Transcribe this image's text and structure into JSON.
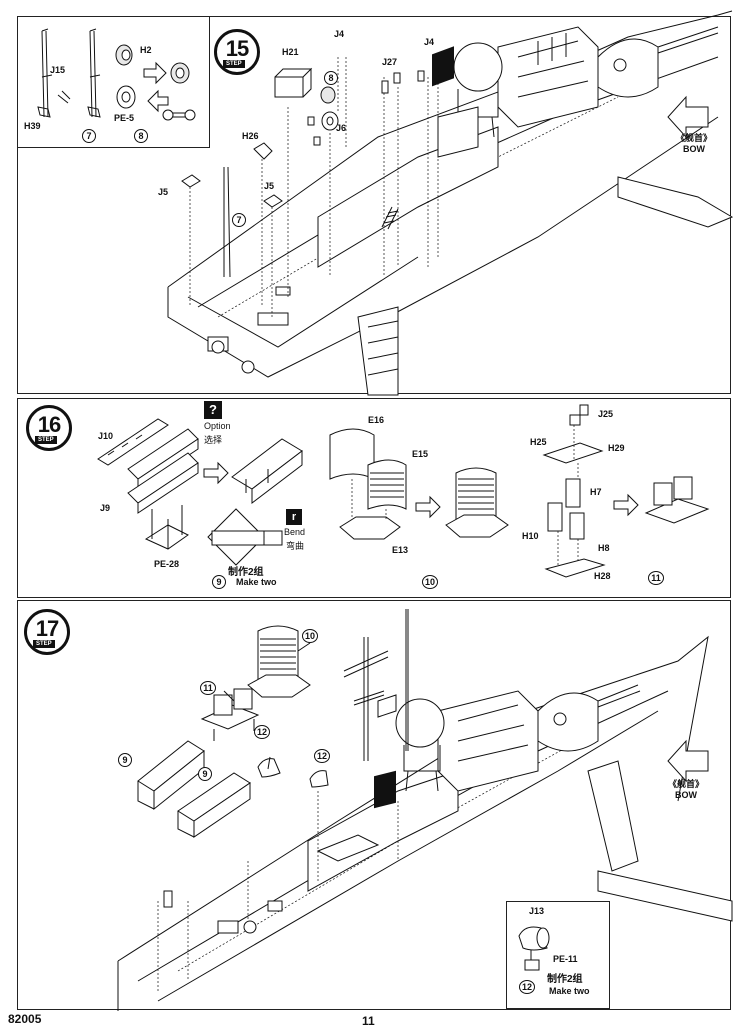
{
  "step15": {
    "number": "15",
    "badge_word": "STEP",
    "inset_labels": {
      "j15": "J15",
      "h39": "H39",
      "h2": "H2",
      "pe5": "PE-5",
      "sub7": "7",
      "sub8": "8"
    },
    "labels": {
      "h21": "H21",
      "j4a": "J4",
      "j4b": "J4",
      "j27": "J27",
      "h26": "H26",
      "j5a": "J5",
      "j5b": "J5",
      "j6": "J6",
      "c7": "7",
      "c8": "8"
    },
    "bow_cn": "《舰首》",
    "bow_en": "BOW"
  },
  "step16": {
    "number": "16",
    "badge_word": "STEP",
    "option_label": "Option",
    "option_cn": "选择",
    "bend_label": "Bend",
    "bend_cn": "弯曲",
    "labels": {
      "j10": "J10",
      "j9": "J9",
      "pe28": "PE-28",
      "e16": "E16",
      "e15": "E15",
      "e13": "E13",
      "j25": "J25",
      "h25": "H25",
      "h29": "H29",
      "h7": "H7",
      "h10": "H10",
      "h8": "H8",
      "h28": "H28"
    },
    "make_two_cn": "制作2组",
    "make_two_en": "Make two",
    "sub9": "9",
    "sub10": "10",
    "sub11": "11"
  },
  "step17": {
    "number": "17",
    "badge_word": "STEP",
    "callouts": {
      "c10": "10",
      "c11": "11",
      "c12a": "12",
      "c12b": "12",
      "c9a": "9",
      "c9b": "9"
    },
    "bow_cn": "《舰首》",
    "bow_en": "BOW",
    "inset": {
      "j13": "J13",
      "pe11": "PE-11",
      "make_two_cn": "制作2组",
      "make_two_en": "Make two",
      "sub12": "12"
    }
  },
  "footer": {
    "catalog": "82005",
    "page": "11"
  }
}
